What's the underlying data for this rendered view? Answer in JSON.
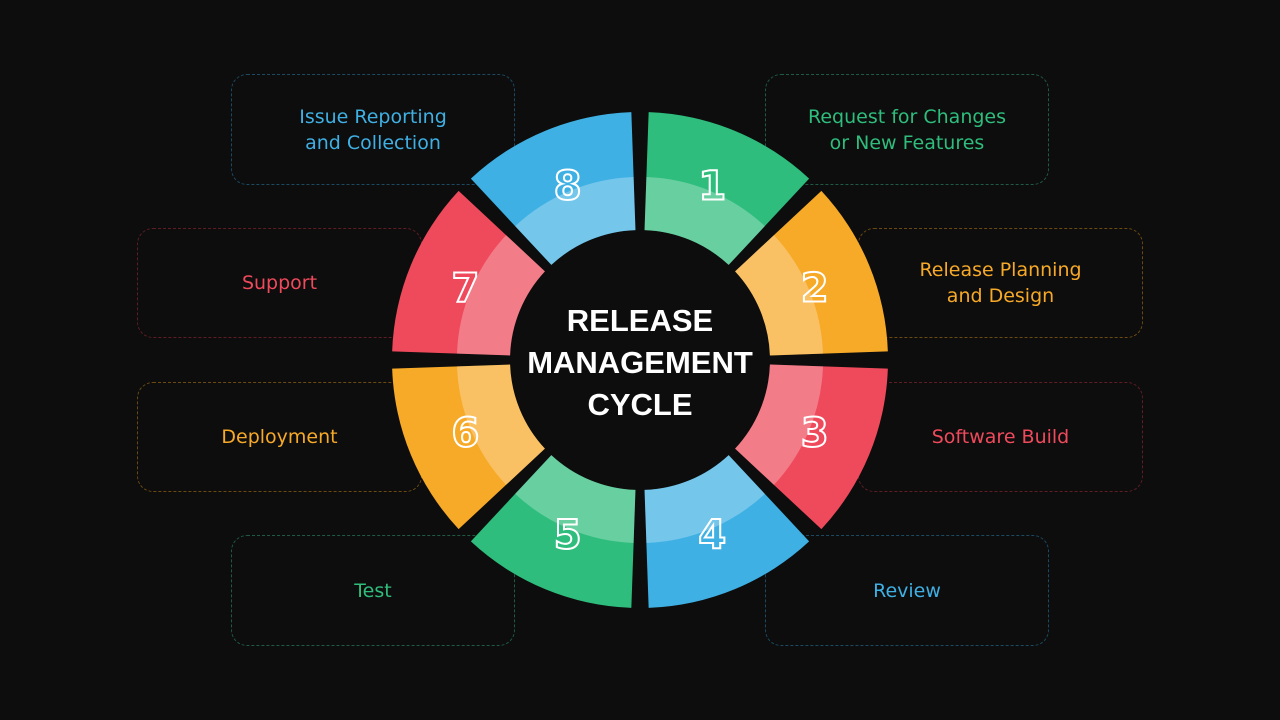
{
  "title": "RELEASE\nMANAGEMENT\nCYCLE",
  "colors": {
    "green": "#2ebd7c",
    "orange": "#f7a928",
    "red": "#ef4a5c",
    "blue": "#3fb0e4",
    "background": "#0d0d0d"
  },
  "steps": [
    {
      "number": "1",
      "label": "Request for Changes\nor New Features",
      "color": "#2ebd7c"
    },
    {
      "number": "2",
      "label": "Release Planning\nand Design",
      "color": "#f7a928"
    },
    {
      "number": "3",
      "label": "Software Build",
      "color": "#ef4a5c"
    },
    {
      "number": "4",
      "label": "Review",
      "color": "#3fb0e4"
    },
    {
      "number": "5",
      "label": "Test",
      "color": "#2ebd7c"
    },
    {
      "number": "6",
      "label": "Deployment",
      "color": "#f7a928"
    },
    {
      "number": "7",
      "label": "Support",
      "color": "#ef4a5c"
    },
    {
      "number": "8",
      "label": "Issue Reporting\nand Collection",
      "color": "#3fb0e4"
    }
  ]
}
